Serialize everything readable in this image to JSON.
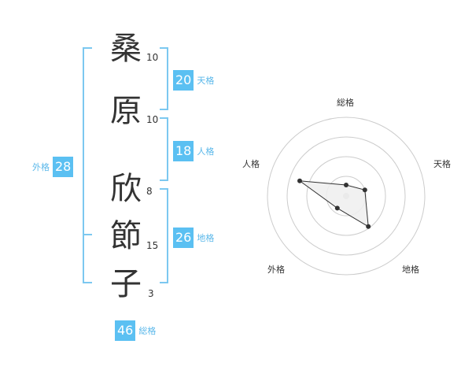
{
  "name": {
    "characters": [
      {
        "char": "桑",
        "strokes": "10"
      },
      {
        "char": "原",
        "strokes": "10"
      },
      {
        "char": "欣",
        "strokes": "8"
      },
      {
        "char": "節",
        "strokes": "15"
      },
      {
        "char": "子",
        "strokes": "3"
      }
    ]
  },
  "fortune": {
    "tenkaku": {
      "label": "天格",
      "value": "20"
    },
    "jinkaku": {
      "label": "人格",
      "value": "18"
    },
    "chikaku": {
      "label": "地格",
      "value": "26"
    },
    "gaikaku": {
      "label": "外格",
      "value": "28"
    },
    "soukaku": {
      "label": "総格",
      "value": "46"
    }
  },
  "radar": {
    "axes": [
      "総格",
      "天格",
      "地格",
      "外格",
      "人格"
    ],
    "rings": 4,
    "values": [
      0.14,
      0.25,
      0.48,
      0.19,
      0.62
    ],
    "colors": {
      "ring": "#cccccc",
      "fill": "#eeeeee",
      "line": "#333333",
      "point": "#333333",
      "center": "#cccccc"
    }
  },
  "colors": {
    "bracket": "#7cc8f0",
    "badge": "#5bc0f2",
    "text": "#333333"
  }
}
